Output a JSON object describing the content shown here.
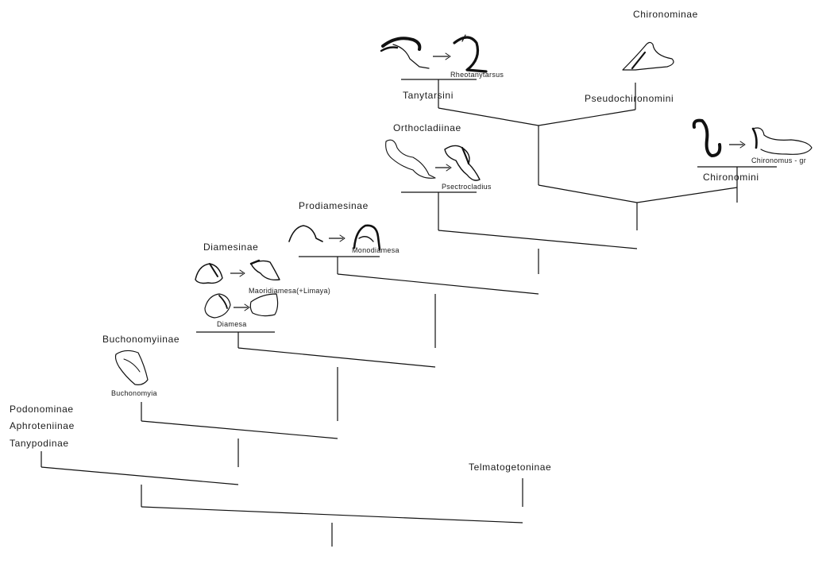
{
  "labels": {
    "chironominae": "Chironominae",
    "rheotanytarsus": "Rheotanytarsus",
    "tanytarsini": "Tanytarsini",
    "pseudochironomini": "Pseudochironomini",
    "orthocladiinae": "Orthocladiinae",
    "psectrocladius": "Psectrocladius",
    "chironomus_gr": "Chironomus - gr",
    "chironomini": "Chironomini",
    "prodiamesinae": "Prodiamesinae",
    "monodiamesa": "Monodiamesa",
    "diamesinae": "Diamesinae",
    "maoridiamesa": "Maoridiamesa(+Limaya)",
    "diamesa": "Diamesa",
    "buchonomyiinae": "Buchonomyiinae",
    "buchonomyia": "Buchonomyia",
    "podonominae": "Podonominae",
    "aphroteniinae": "Aphroteniinae",
    "tanypodinae": "Tanypodinae",
    "telmatogetoninae": "Telmatogetoninae"
  },
  "figures": [
    {
      "name": "rheotanytarsus-plesiomorphic-hypopygium",
      "shape": "hook-claw"
    },
    {
      "name": "rheotanytarsus-apomorphic-hypopygium",
      "shape": "curved-hook"
    },
    {
      "name": "pseudochironomini-hypopygium",
      "shape": "club-lobe"
    },
    {
      "name": "chironomus-plesiomorphic-hypopygium",
      "shape": "s-hook"
    },
    {
      "name": "chironomus-apomorphic-hypopygium",
      "shape": "elongate-lobe"
    },
    {
      "name": "psectrocladius-plesiomorphic-hypopygium",
      "shape": "wavy-lobe"
    },
    {
      "name": "psectrocladius-apomorphic-hypopygium",
      "shape": "bent-lobe"
    },
    {
      "name": "monodiamesa-plesiomorphic-hypopygium",
      "shape": "arch"
    },
    {
      "name": "monodiamesa-apomorphic-hypopygium",
      "shape": "hooded-arch"
    },
    {
      "name": "maoridiamesa-plesiomorphic-hypopygium",
      "shape": "bulb"
    },
    {
      "name": "maoridiamesa-apomorphic-hypopygium",
      "shape": "blade"
    },
    {
      "name": "diamesa-plesiomorphic-hypopygium",
      "shape": "rounded-lobe"
    },
    {
      "name": "diamesa-apomorphic-hypopygium",
      "shape": "flat-lobe"
    },
    {
      "name": "buchonomyia-hypopygium",
      "shape": "oval-lobe"
    }
  ]
}
